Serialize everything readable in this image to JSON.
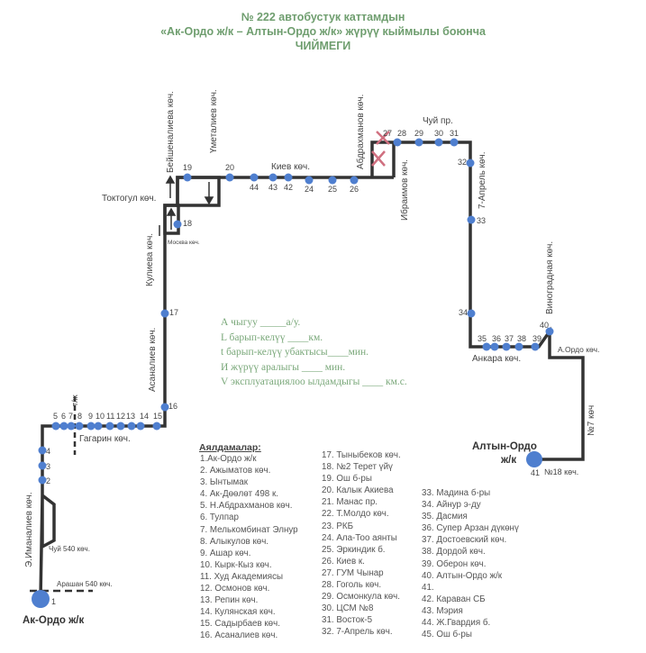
{
  "header": {
    "line1": "№ 222  автобустук каттамдын",
    "line2": "«Ак-Ордо  ж/к –  Алтын-Ордо ж/к» жүрүү кыймылы боюнча",
    "line3": "ЧИЙМЕГИ"
  },
  "colors": {
    "title": "#6f9e6f",
    "route_line": "#333333",
    "stop_dot": "#4f7fcf",
    "closed_mark": "#d07080"
  },
  "streets": {
    "beishenalieva": "Бейшеналиева көч.",
    "umetaliev": "Үметалиев көч.",
    "abdrakhmanov": "Абдрахманов көч.",
    "ibraimov": "Ибраимов көч.",
    "aprel7": "7-Апрель көч.",
    "vinogradnaya": "Виноградная көч.",
    "kulieva": "Кулиева көч.",
    "asanaliev": "Асаналиев көч.",
    "imanaliev": "Э.Иманалиев көч.",
    "no7": "№7 көч",
    "tzh": "т/ж",
    "toktogul": "Токтогул көч.",
    "moskva": "Москва көч.",
    "kiev": "Киев көч.",
    "chui": "Чуй пр.",
    "ankara": "Анкара көч.",
    "aordo": "А.Ордо көч.",
    "gagarin": "Гагарин көч.",
    "chui540": "Чуй 540 көч.",
    "arashan540": "Арашан 540 көч.",
    "no18": "№18 көч."
  },
  "terminals": {
    "start": "Ак-Ордо  ж/к",
    "end_line1": "Алтын-Ордо",
    "end_line2": "ж/к"
  },
  "stop_labels": [
    "1",
    "2",
    "3",
    "4",
    "5",
    "6",
    "7",
    "8",
    "9",
    "10",
    "11",
    "12",
    "13",
    "14",
    "15",
    "16",
    "17",
    "18",
    "19",
    "20",
    "24",
    "25",
    "26",
    "27",
    "28",
    "29",
    "30",
    "31",
    "32",
    "33",
    "34",
    "35",
    "36",
    "37",
    "38",
    "39",
    "40",
    "41",
    "42",
    "43",
    "44"
  ],
  "info": {
    "lines": [
      "А чыгуу  _____а/у.",
      "L барып-келүү ____км.",
      "t барып-келүү убактысы____мин.",
      "И жүрүү аралыгы ____     мин.",
      "V эксплуатациялоо ылдамдыгы ____ км.с."
    ]
  },
  "legend": {
    "title": "Аялдамалар:",
    "col1": [
      "1.Ак-Ордо ж/к",
      "2. Ажыматов көч.",
      "3. Ынтымак",
      "4. Ак-Дөөлөт 498 к.",
      "5. Н.Абдрахманов көч.",
      "6. Тулпар",
      "7. Мелькомбинат Элнур",
      "8. Алыкулов көч.",
      "9. Ашар көч.",
      "10. Кырк-Кыз көч.",
      "11. Худ Академиясы",
      "12. Осмонов көч.",
      "13. Репин көч.",
      "14. Кулянская көч.",
      "15. Садырбаев көч.",
      "16. Асаналиев көч."
    ],
    "col2": [
      "17. Тыныбеков көч.",
      "18. №2 Терет үйү",
      "19. Ош б-ры",
      "20. Калык Акиева",
      "21. Манас пр.",
      "22. Т.Молдо көч.",
      "23. РКБ",
      "24. Ала-Тоо аянты",
      "25. Эркиндик б.",
      "26. Киев к.",
      "27. ГУМ Чынар",
      "28. Гоголь көч.",
      "29. Осмонкула көч.",
      "30. ЦСМ №8",
      "31. Восток-5",
      "32. 7-Апрель көч."
    ],
    "col3": [
      "33. Мадина б-ры",
      "34. Айнур э-ду",
      "35. Дасмия",
      "36. Супер Арзан дүкөнү",
      "37. Достоевский көч.",
      "38. Дордой көч.",
      "39. Оберон көч.",
      "40. Алтын-Ордо ж/к",
      "41.",
      "42. Караван СБ",
      "43. Мэрия",
      "44. Ж.Гвардия б.",
      "45. Ош б-ры"
    ]
  }
}
